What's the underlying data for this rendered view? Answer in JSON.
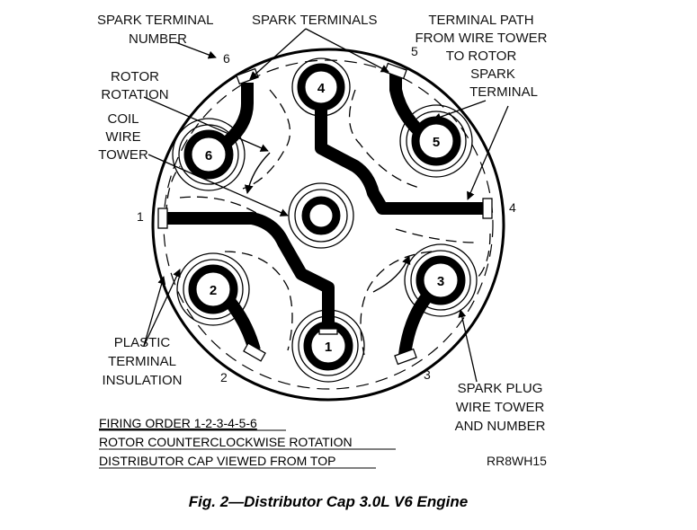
{
  "labels": {
    "spark_terminal_number": [
      "SPARK TERMINAL",
      "NUMBER"
    ],
    "spark_terminals": "SPARK TERMINALS",
    "terminal_path": [
      "TERMINAL PATH",
      "FROM WIRE TOWER",
      "TO ROTOR",
      "SPARK",
      "TERMINAL"
    ],
    "rotor_rotation": [
      "ROTOR",
      "ROTATION"
    ],
    "coil_wire_tower": [
      "COIL",
      "WIRE",
      "TOWER"
    ],
    "plastic_terminal_insulation": [
      "PLASTIC",
      "TERMINAL",
      "INSULATION"
    ],
    "spark_plug_wire_tower": [
      "SPARK PLUG",
      "WIRE TOWER",
      "AND NUMBER"
    ]
  },
  "terminal_numbers": [
    "1",
    "2",
    "3",
    "4",
    "5",
    "6"
  ],
  "tower_numbers": [
    "1",
    "2",
    "3",
    "4",
    "5",
    "6"
  ],
  "notes": {
    "firing_order": "FIRING ORDER 1-2-3-4-5-6",
    "rotation": "ROTOR COUNTERCLOCKWISE ROTATION",
    "viewed": "DISTRIBUTOR CAP VIEWED FROM TOP"
  },
  "figure_code": "RR8WH15",
  "caption": "Fig. 2—Distributor Cap 3.0L V6 Engine"
}
